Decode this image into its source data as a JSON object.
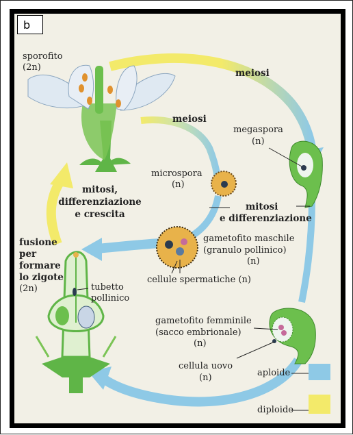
{
  "panel_label": "b",
  "labels": {
    "sporofito": "sporofito",
    "sporofito_ploidy": "(2n)",
    "meiosi_top": "meiosi",
    "meiosi_inner": "meiosi",
    "megaspora": "megaspora",
    "megaspora_ploidy": "(n)",
    "microspora": "microspora",
    "microspora_ploidy": "(n)",
    "mitosi_growth_1": "mitosi,",
    "mitosi_growth_2": "differenziazione",
    "mitosi_growth_3": "e crescita",
    "mitosi_diff_1": "mitosi",
    "mitosi_diff_2": "e differenziazione",
    "gametofito_m_1": "gametofito maschile",
    "gametofito_m_2": "(granulo pollinico)",
    "gametofito_m_3": "(n)",
    "fusione_1": "fusione",
    "fusione_2": "per",
    "fusione_3": "formare",
    "fusione_4": "lo zigote",
    "fusione_5": "(2n)",
    "tubetto_1": "tubetto",
    "tubetto_2": "pollinico",
    "cellule_sperm": "cellule spermatiche (n)",
    "gametofito_f_1": "gametofito femminile",
    "gametofito_f_2": "(sacco embrionale)",
    "gametofito_f_3": "(n)",
    "cellula_uovo_1": "cellula uovo",
    "cellula_uovo_2": "(n)"
  },
  "legend": {
    "aploide": "aploide",
    "diploide": "diploide"
  },
  "colors": {
    "haploid": "#8ec9e6",
    "diploid": "#f3ea6a",
    "plant_green": "#5fb547",
    "petal": "#dfe9f2",
    "anther": "#e0912e",
    "pollen": "#e8b24a"
  }
}
